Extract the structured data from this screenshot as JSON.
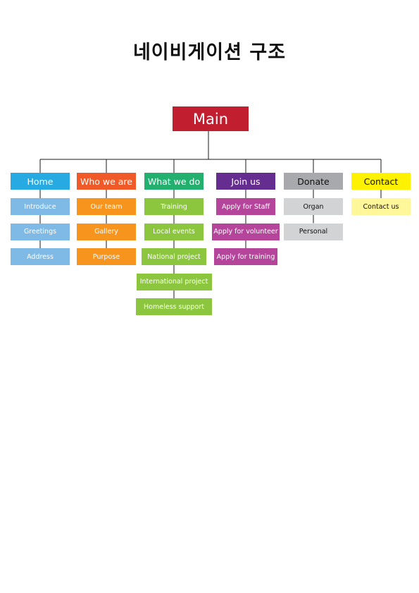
{
  "title": "네이비게이션 구조",
  "main": {
    "label": "Main",
    "color": "#c11f2f",
    "text_color": "#ffffff"
  },
  "columns": [
    {
      "label": "Home",
      "color": "#27a9e1",
      "sub_color": "#7fb9e6",
      "text_color": "#ffffff",
      "items": [
        "Introduce",
        "Greetings",
        "Address"
      ]
    },
    {
      "label": "Who we are",
      "color": "#f05a28",
      "sub_color": "#f7941d",
      "text_color": "#ffffff",
      "items": [
        "Our team",
        "Gallery",
        "Purpose"
      ]
    },
    {
      "label": "What we do",
      "color": "#23b06f",
      "sub_color": "#8cc63f",
      "text_color": "#ffffff",
      "items": [
        "Training",
        "Local events",
        "National project",
        "International project",
        "Homeless support"
      ]
    },
    {
      "label": "Join us",
      "color": "#662d91",
      "sub_color": "#b5459b",
      "text_color": "#ffffff",
      "items": [
        "Apply for Staff",
        "Apply for volunteer",
        "Apply for training"
      ]
    },
    {
      "label": "Donate",
      "color": "#a7a9ac",
      "sub_color": "#d1d3d4",
      "text_color": "#111111",
      "items": [
        "Organ",
        "Personal"
      ]
    },
    {
      "label": "Contact",
      "color": "#fff200",
      "sub_color": "#fff799",
      "text_color": "#111111",
      "items": [
        "Contact us"
      ]
    }
  ]
}
